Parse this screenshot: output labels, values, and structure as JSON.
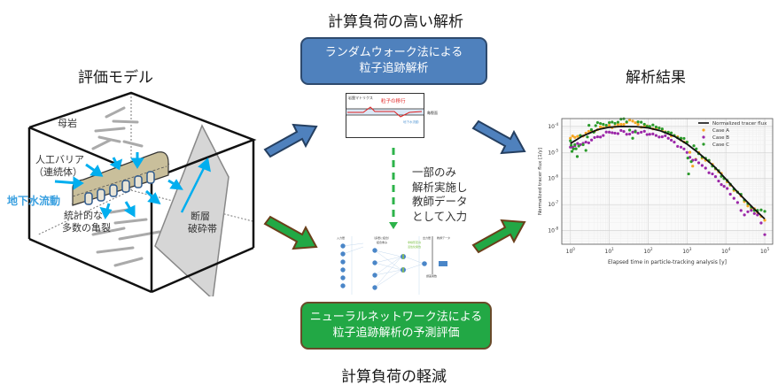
{
  "headings": {
    "left": "評価モデル",
    "top": "計算負荷の高い解析",
    "right": "解析結果",
    "bottom": "計算負荷の軽減"
  },
  "boxes": {
    "random_walk": [
      "ランダムウォーク法による",
      "粒子追跡解析"
    ],
    "neural_net": [
      "ニューラルネットワーク法による",
      "粒子追跡解析の予測評価"
    ]
  },
  "model_labels": {
    "host_rock": "母岩",
    "barrier_line1": "人工バリア",
    "barrier_line2": "（連続体）",
    "groundwater": "地下水流動",
    "fractures_line1": "統計的な",
    "fractures_line2": "多数の亀裂",
    "fault_line1": "断層",
    "fault_line2": "破砕帯"
  },
  "random_walk_diagram": {
    "matrix_label": "岩盤マトリクス",
    "particle_label": "粒子の移行",
    "fracture_label": "亀裂面",
    "flow_label": "地下水流動"
  },
  "teacher_note": [
    "一部のみ",
    "解析実施し",
    "教師データ",
    "として入力"
  ],
  "nn_diagram": {
    "input_layer": "入力層",
    "hidden_layer": "（多層に結合）",
    "weights_label": "結合重み",
    "param_label1": "非線形変換",
    "param_label2": "活性化関数",
    "output_layer": "出力層",
    "teacher_data": "教師データ",
    "error_label": "誤差関数"
  },
  "colors": {
    "blue_arrow": "#4f81bd",
    "green_arrow": "#22a845",
    "flow_arrow": "#00aeef",
    "case_a": "#f5a623",
    "case_b": "#9b27a8",
    "case_c": "#2a9a2a"
  },
  "chart_data": {
    "type": "scatter",
    "title": "",
    "xlabel": "Elapsed time in particle-tracking analysis [y]",
    "ylabel": "Normalized tracer flux [1/y]",
    "xscale": "log",
    "yscale": "log",
    "xlim": [
      0.6,
      160000
    ],
    "ylim": [
      3e-09,
      0.0002
    ],
    "xticks": [
      "10^0",
      "10^1",
      "10^2",
      "10^3",
      "10^4",
      "10^5"
    ],
    "yticks": [
      "10^-8",
      "10^-7",
      "10^-6",
      "10^-5",
      "10^-4"
    ],
    "grid": true,
    "legend": {
      "position": "top-right",
      "entries": [
        "Normalized tracer flux",
        "Case A",
        "Case B",
        "Case C"
      ]
    },
    "line": {
      "name": "Normalized tracer flux",
      "x": [
        1,
        2,
        5,
        10,
        20,
        50,
        100,
        200,
        500,
        1000,
        2000,
        5000,
        10000,
        20000,
        50000,
        100000
      ],
      "y": [
        2.2e-05,
        4.2e-05,
        7.5e-05,
        9.3e-05,
        0.0001,
        9.8e-05,
        8.8e-05,
        6.9e-05,
        4e-05,
        2.1e-05,
        9.5e-06,
        2.9e-06,
        9.5e-07,
        3e-07,
        7.5e-08,
        2.8e-08
      ]
    },
    "series": [
      {
        "name": "Case A",
        "x": [
          1,
          1.3,
          1.8,
          2.5,
          3.5,
          5,
          7,
          10,
          14,
          20,
          28,
          40,
          55,
          80,
          110,
          160,
          230,
          330,
          470,
          700,
          1000,
          1400,
          2000,
          3000,
          4500,
          6500,
          9000,
          13000,
          20000,
          30000,
          45000,
          65000,
          100000
        ],
        "y": [
          3.5e-05,
          3.8e-05,
          4.5e-05,
          5.5e-05,
          6.5e-05,
          7.5e-05,
          9e-05,
          0.00011,
          0.0001,
          0.00012,
          0.00014,
          0.00016,
          0.00012,
          0.0001,
          9.5e-05,
          8e-05,
          7e-05,
          5.5e-05,
          4.5e-05,
          3e-05,
          2.5e-05,
          3e-06,
          1e-05,
          5e-06,
          3.5e-06,
          1.8e-06,
          1e-06,
          5.5e-07,
          3e-07,
          1.3e-07,
          7e-08,
          5e-08,
          2.5e-08
        ]
      },
      {
        "name": "Case B",
        "x": [
          1,
          1.3,
          1.8,
          2.5,
          3.5,
          5,
          7,
          10,
          14,
          20,
          28,
          40,
          55,
          80,
          110,
          160,
          230,
          330,
          470,
          700,
          1000,
          1400,
          2000,
          3000,
          4500,
          6500,
          9000,
          13000,
          20000,
          30000,
          45000,
          65000,
          100000
        ],
        "y": [
          1.6e-05,
          1.8e-05,
          2e-05,
          2.5e-05,
          3e-05,
          4e-05,
          4.5e-05,
          6e-05,
          5.5e-05,
          7e-05,
          5e-05,
          6e-05,
          5.5e-05,
          6.5e-05,
          5e-05,
          4.5e-05,
          4e-05,
          3.5e-05,
          2.5e-05,
          1.6e-05,
          1e-05,
          5e-06,
          4e-06,
          2.5e-06,
          1.5e-06,
          8e-07,
          5e-07,
          2.5e-07,
          1.2e-07,
          4e-08,
          6e-08,
          4e-08,
          7e-09
        ]
      },
      {
        "name": "Case C",
        "x": [
          1,
          1.1,
          1.3,
          1.5,
          1.8,
          2.5,
          3,
          4,
          5,
          7,
          10,
          14,
          20,
          28,
          40,
          55,
          80,
          110,
          160,
          230,
          330,
          470,
          700,
          1000,
          1100,
          1500,
          2000,
          3000,
          4500,
          6500,
          9000,
          13000,
          20000,
          30000,
          45000,
          65000,
          100000
        ],
        "y": [
          2.8e-05,
          1.1e-05,
          2e-05,
          7e-06,
          4.5e-05,
          1.2e-05,
          0.00011,
          6e-05,
          0.00014,
          0.00012,
          0.00014,
          0.00013,
          0.00019,
          0.00015,
          3.5e-05,
          0.00015,
          0.00012,
          0.0001,
          9.5e-05,
          8e-05,
          6e-05,
          4.5e-05,
          3.5e-05,
          2.5e-05,
          1.5e-06,
          1.8e-05,
          9e-06,
          6e-06,
          3e-06,
          2e-06,
          1e-06,
          6e-07,
          3e-07,
          1.5e-07,
          8e-08,
          6e-08,
          5.5e-08
        ]
      }
    ]
  }
}
